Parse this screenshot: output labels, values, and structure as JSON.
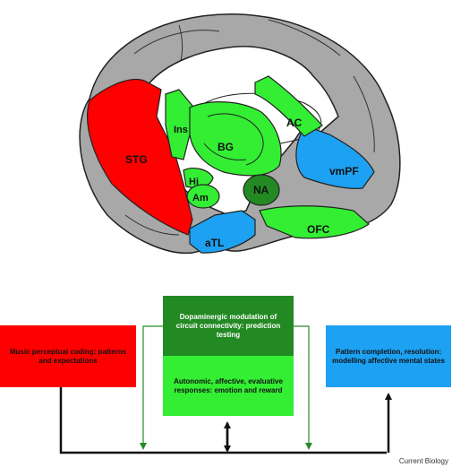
{
  "brain_labels": {
    "stg": "STG",
    "ins": "Ins",
    "bg": "BG",
    "hi": "Hi",
    "am": "Am",
    "na": "NA",
    "ac": "AC",
    "vmpf": "vmPF",
    "atl": "aTL",
    "ofc": "OFC"
  },
  "boxes": {
    "perceptual": "Music perceptual coding: patterns and expectations",
    "dopaminergic": "Dopaminergic modulation of circuit connectivity: prediction testing",
    "autonomic": "Autonomic, affective, evaluative responses: emotion and reward",
    "pattern": "Pattern completion, resolution: modelling affective mental states"
  },
  "credit": "Current Biology",
  "colors": {
    "perceptual": "#ff0000",
    "dopaminergic": "#238a23",
    "autonomic": "#33ee33",
    "pattern": "#1da1f2",
    "cortex": "#a8a8a8"
  }
}
